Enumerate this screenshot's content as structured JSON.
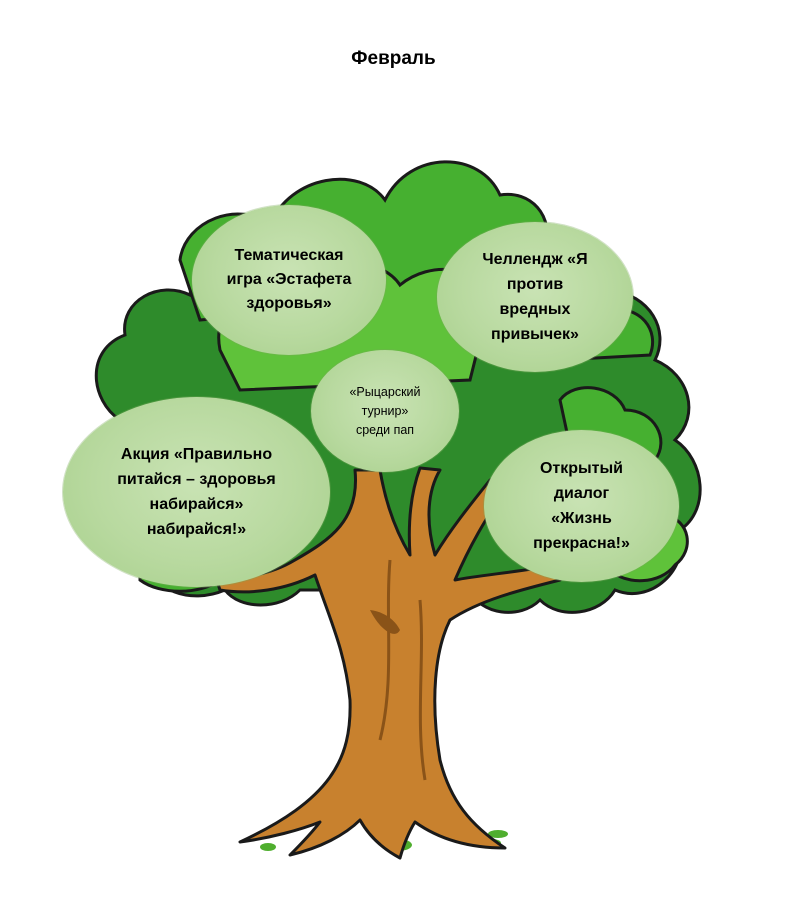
{
  "title": "Февраль",
  "bubbles": [
    {
      "text": "Тематическая\nигра «Эстафета\nздоровья»"
    },
    {
      "text": "Челлендж «Я\nпротив\nвредных\nпривычек»"
    },
    {
      "text": "«Рыцарский\nтурнир»\nсреди пап"
    },
    {
      "text": "Акция «Правильно\nпитайся – здоровья\nнабирайся»\nнабирайся!»"
    },
    {
      "text": "Открытый\nдиалог\n«Жизнь\nпрекрасна!»"
    }
  ],
  "colors": {
    "foliage_dark": "#2e8b2b",
    "foliage_mid": "#46b030",
    "foliage_light": "#5fc23a",
    "trunk": "#c8812e",
    "trunk_dark": "#8a5318",
    "outline": "#1a1a1a",
    "bubble": "#b8d99f"
  }
}
